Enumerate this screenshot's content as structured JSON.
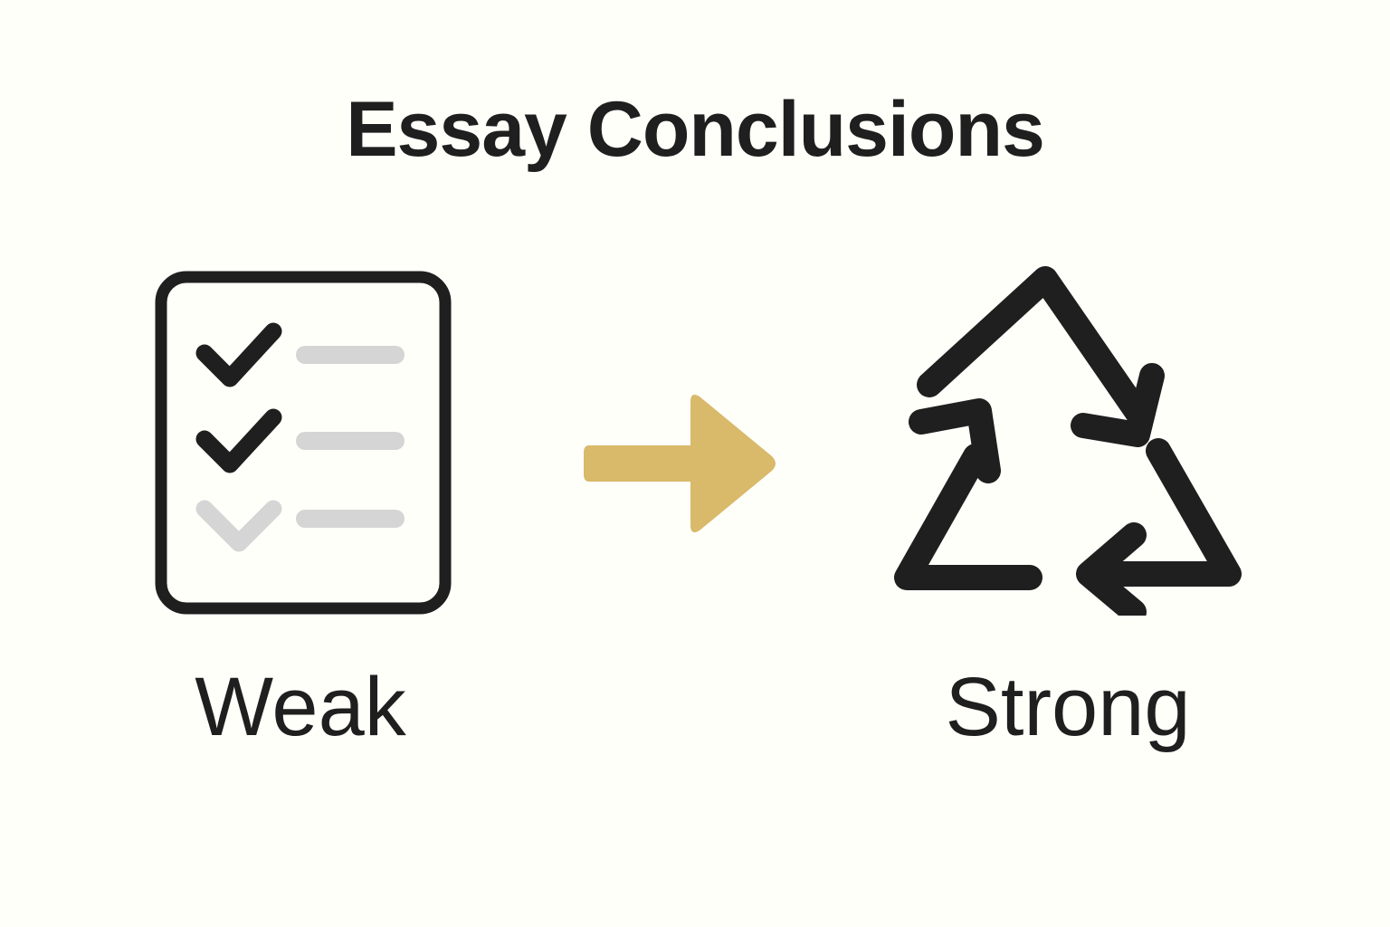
{
  "page": {
    "title": "Essay Conclusions",
    "background_color": "#fffffa",
    "ink_color": "#1f1f1f",
    "muted_color": "#d5d5d5",
    "accent_color": "#d9b96a"
  },
  "comparison": {
    "left": {
      "label": "Weak",
      "icon": "checklist-icon",
      "checklist": {
        "rows": [
          {
            "state": "checked",
            "check_color": "#1f1f1f",
            "bar_color": "#d5d5d5"
          },
          {
            "state": "checked",
            "check_color": "#1f1f1f",
            "bar_color": "#d5d5d5"
          },
          {
            "state": "unchecked",
            "check_color": "#d5d5d5",
            "bar_color": "#d5d5d5"
          }
        ]
      }
    },
    "transition": {
      "icon": "arrow-right-icon",
      "color": "#d9b96a",
      "direction": "right"
    },
    "right": {
      "label": "Strong",
      "icon": "recycle-icon",
      "color": "#1f1f1f",
      "arrow_count": 3
    }
  }
}
